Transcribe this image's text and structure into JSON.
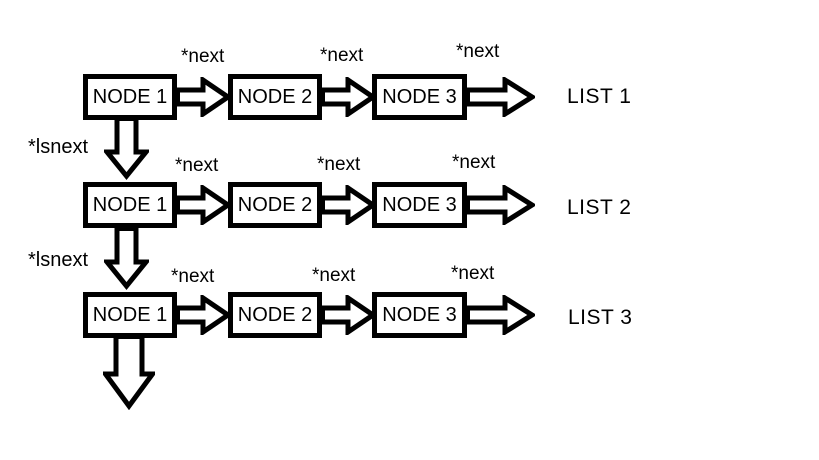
{
  "colors": {
    "ink": "#000000",
    "background": "#ffffff"
  },
  "diagram": {
    "rows": [
      {
        "nodes": [
          "NODE 1",
          "NODE 2",
          "NODE 3"
        ],
        "next_labels": [
          "*next",
          "*next",
          "*next"
        ],
        "list_label": "LIST 1"
      },
      {
        "lsnext_label": "*lsnext",
        "nodes": [
          "NODE 1",
          "NODE 2",
          "NODE 3"
        ],
        "next_labels": [
          "*next",
          "*next",
          "*next"
        ],
        "list_label": "LIST 2"
      },
      {
        "lsnext_label": "*lsnext",
        "nodes": [
          "NODE 1",
          "NODE 2",
          "NODE 3"
        ],
        "next_labels": [
          "*next",
          "*next",
          "*next"
        ],
        "list_label": "LIST 3"
      }
    ]
  }
}
